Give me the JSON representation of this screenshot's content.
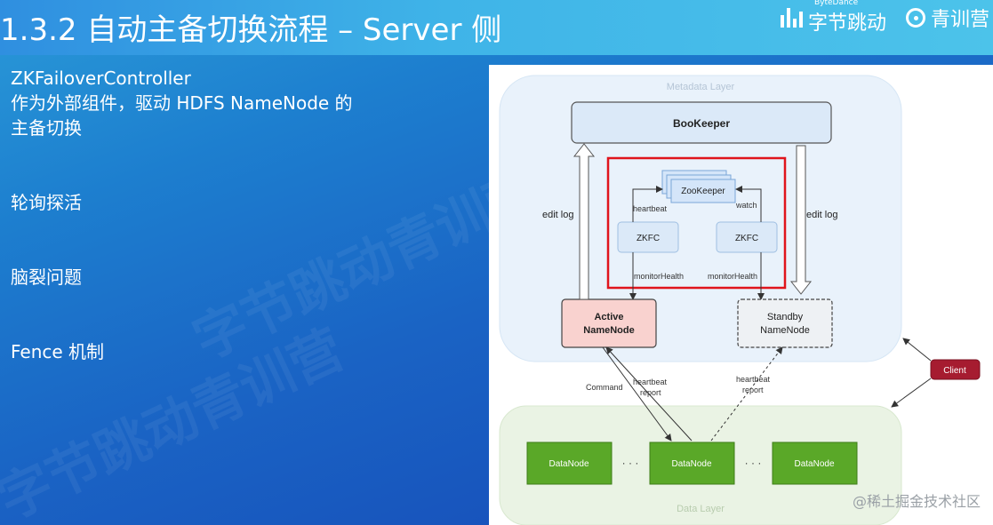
{
  "title": "1.3.2 自动主备切换流程 – Server 侧",
  "logos": {
    "bytedance_small": "ByteDance",
    "bytedance": "字节跳动",
    "qingxun": "青训营"
  },
  "bullets": [
    "ZKFailoverController",
    "作为外部组件，驱动 HDFS NameNode 的",
    "主备切换",
    "轮询探活",
    "脑裂问题",
    "Fence 机制"
  ],
  "watermark": "字节跳动青训营",
  "diagram": {
    "metadata_layer": "Metadata Layer",
    "data_layer": "Data Layer",
    "bookkeeper": "BooKeeper",
    "zookeeper": "ZooKeeper",
    "zkfc_left": "ZKFC",
    "zkfc_right": "ZKFC",
    "active_l1": "Active",
    "active_l2": "NameNode",
    "standby_l1": "Standby",
    "standby_l2": "NameNode",
    "client": "Client",
    "edit_log_left": "edit log",
    "edit_log_right": "edit log",
    "heartbeat": "heartbeat",
    "watch": "watch",
    "monitor_left": "monitorHealth",
    "monitor_right": "monitorHealth",
    "command": "Command",
    "hb_report_1": "heartbeat",
    "hb_report_2": "report",
    "hb_report_3": "heartbeat",
    "hb_report_4": "report",
    "datanode_1": "DataNode",
    "datanode_2": "DataNode",
    "datanode_3": "DataNode",
    "ellipsis_1": "· · ·",
    "ellipsis_2": "· · ·"
  },
  "footer_watermark": "@稀土掘金技术社区",
  "colors": {
    "active_fill": "#f9d2cf",
    "standby_fill": "#eef1f4",
    "bookkeeper_fill": "#dbe9f8",
    "zk_fill": "#d4e5f9",
    "datanode_fill": "#5aa828",
    "client_fill": "#a61c30",
    "highlight_border": "#e0141c"
  }
}
